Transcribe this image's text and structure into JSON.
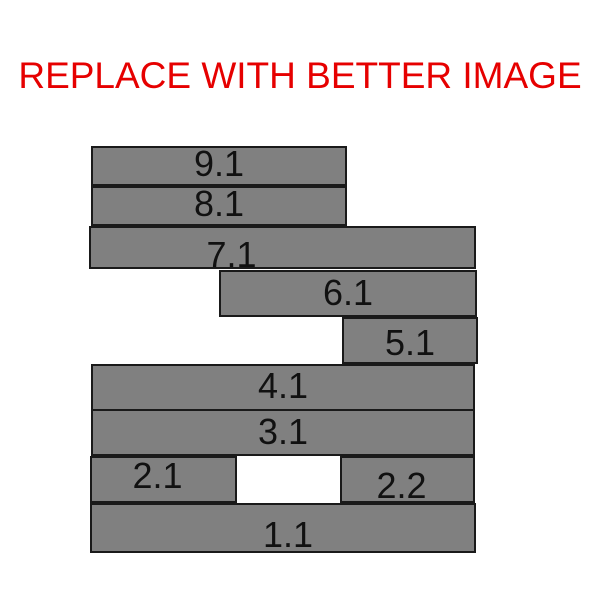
{
  "banner": {
    "text": "REPLACE WITH BETTER IMAGE",
    "color": "#e60000"
  },
  "block_color": "#808080",
  "blocks": [
    {
      "id": "9.1",
      "label": "9.1"
    },
    {
      "id": "8.1",
      "label": "8.1"
    },
    {
      "id": "7.1",
      "label": "7.1"
    },
    {
      "id": "6.1",
      "label": "6.1"
    },
    {
      "id": "5.1",
      "label": "5.1"
    },
    {
      "id": "4.1",
      "label": "4.1"
    },
    {
      "id": "3.1",
      "label": "3.1"
    },
    {
      "id": "2.1",
      "label": "2.1"
    },
    {
      "id": "2.2",
      "label": "2.2"
    },
    {
      "id": "1.1",
      "label": "1.1"
    }
  ]
}
